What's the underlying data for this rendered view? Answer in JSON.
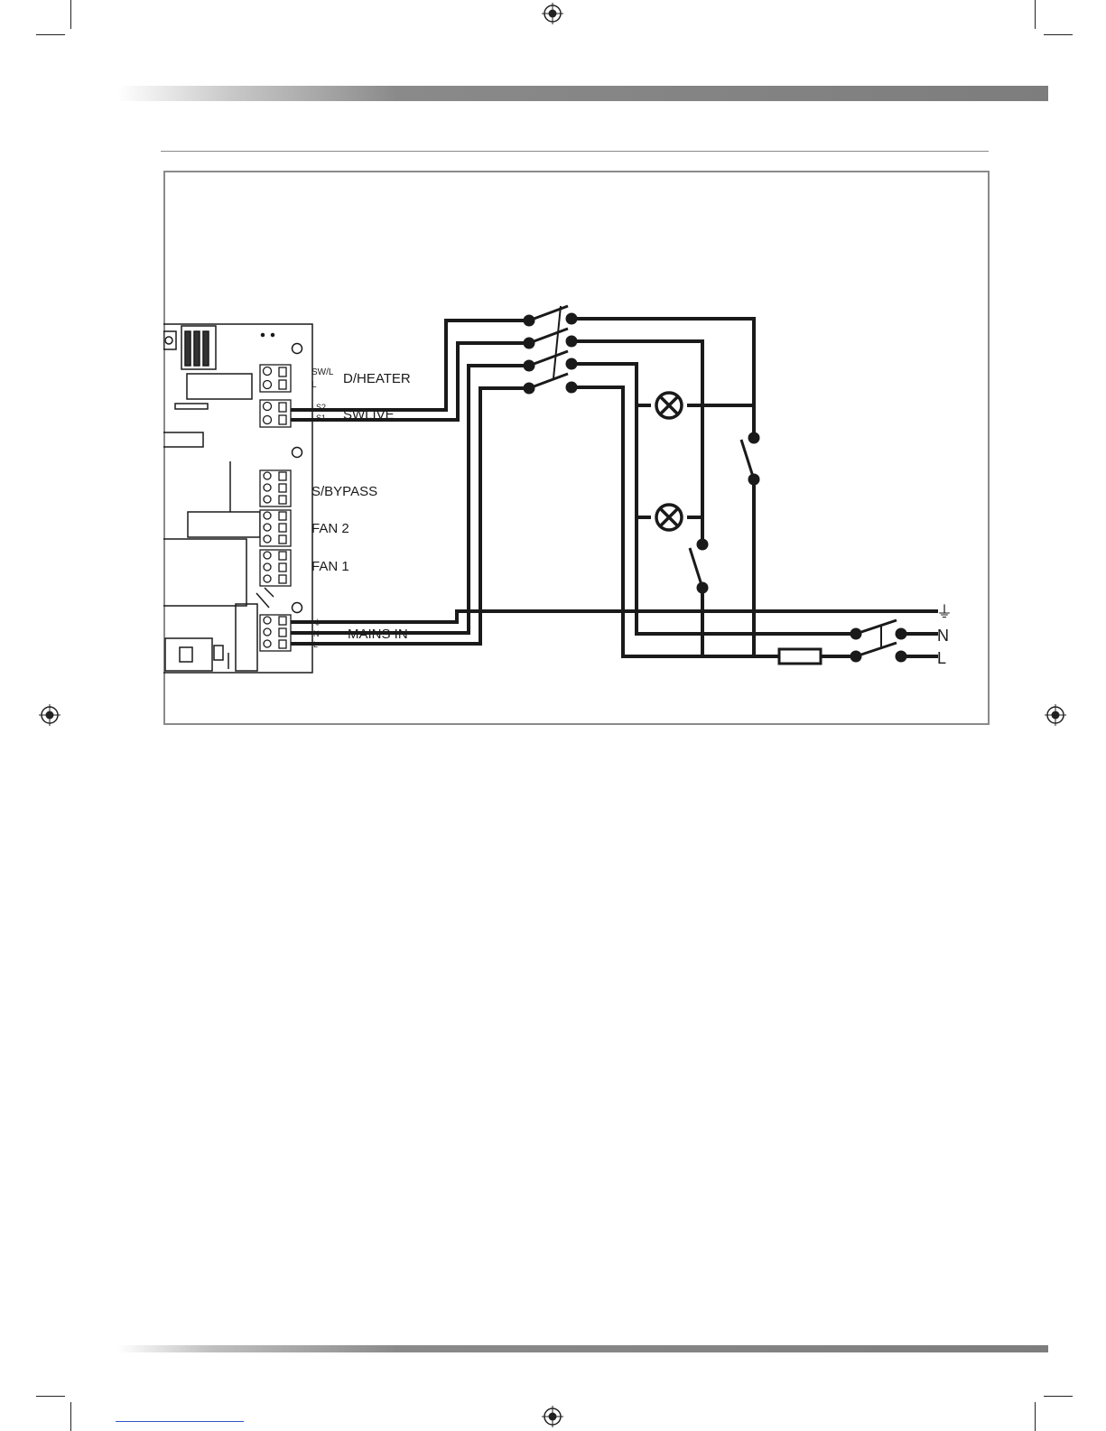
{
  "diagram": {
    "board_labels": {
      "swl": "SW/L",
      "l_top": "L",
      "ls2": "LS2",
      "ls1": "LS1",
      "earth_small": "⏚",
      "n_small": "N",
      "l_small": "L"
    },
    "terminal_labels": {
      "dheater": "D/HEATER",
      "swlive": "SWLIVE",
      "sbypass": "S/BYPASS",
      "fan2": "FAN 2",
      "fan1": "FAN 1",
      "mains_in": "MAINS IN"
    },
    "supply_labels": {
      "earth": "⏚",
      "neutral": "N",
      "live": "L"
    }
  }
}
